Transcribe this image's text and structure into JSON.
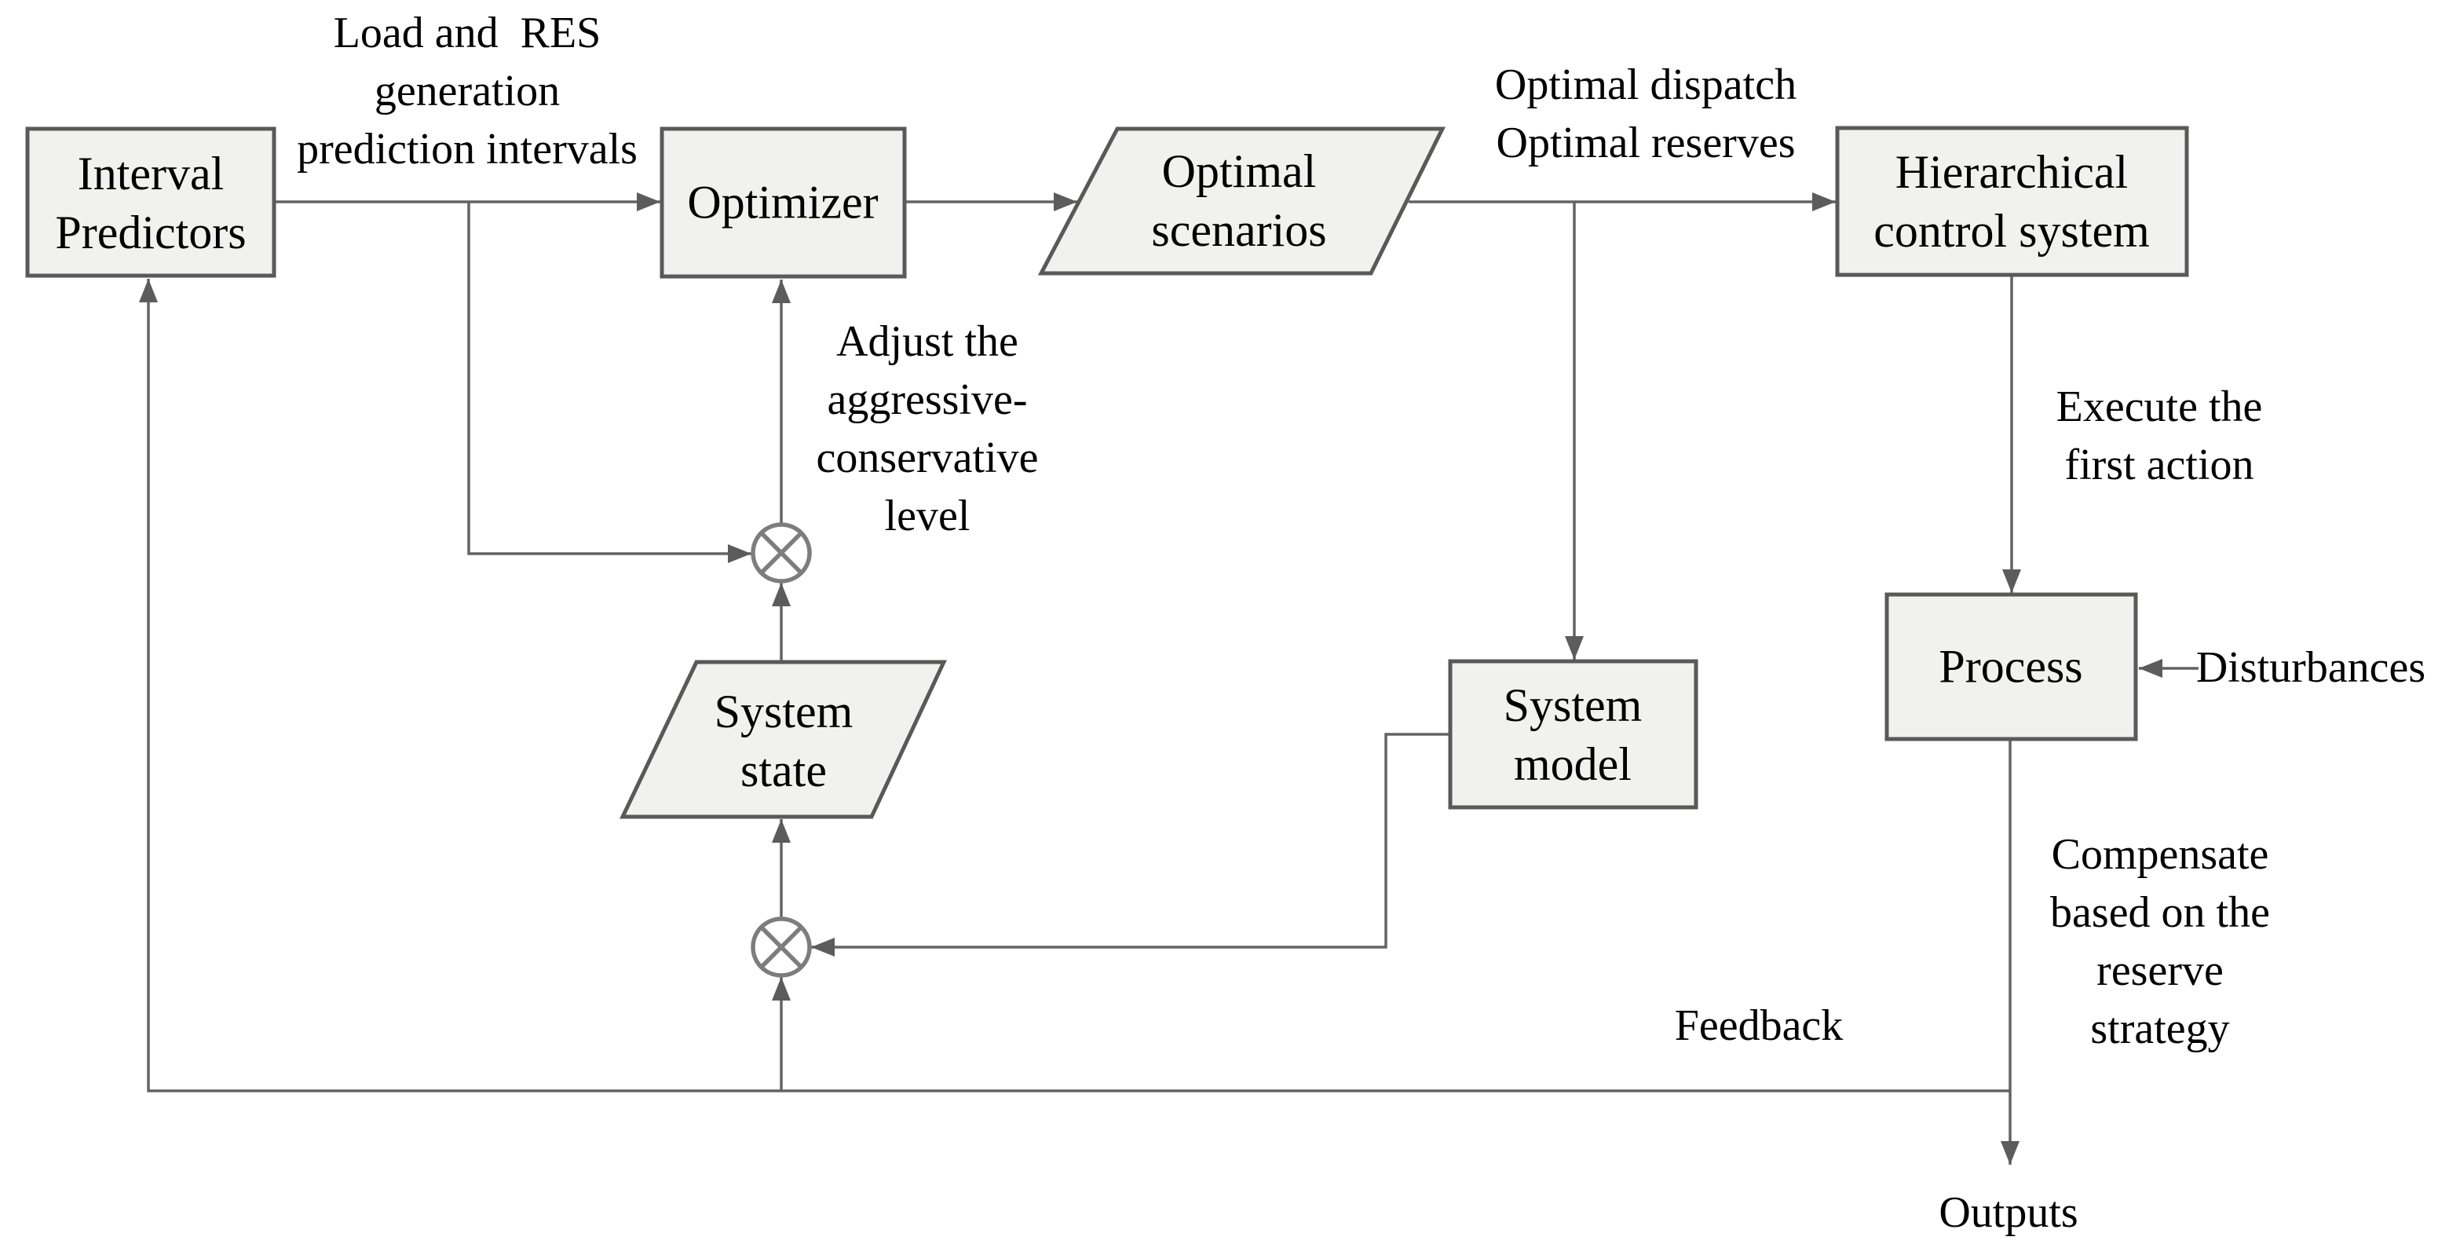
{
  "diagram_type": "control-system-block-diagram",
  "colors": {
    "node_fill": "#f1f1ef",
    "node_border": "#595959",
    "wire": "#636363",
    "arrow": "#5c5c5c",
    "junction": "#7d7d7d",
    "text": "#000000",
    "background": "#ffffff"
  },
  "nodes": {
    "interval_predictors": {
      "label": "Interval\nPredictors",
      "shape": "rectangle"
    },
    "optimizer": {
      "label": "Optimizer",
      "shape": "rectangle"
    },
    "optimal_scenarios": {
      "label": "Optimal\nscenarios",
      "shape": "parallelogram"
    },
    "hierarchical_control": {
      "label": "Hierarchical\ncontrol system",
      "shape": "rectangle"
    },
    "system_state": {
      "label": "System\nstate",
      "shape": "parallelogram"
    },
    "system_model": {
      "label": "System\nmodel",
      "shape": "rectangle"
    },
    "process": {
      "label": "Process",
      "shape": "rectangle"
    },
    "junction_upper": {
      "symbol": "circle-cross",
      "shape": "circle"
    },
    "junction_lower": {
      "symbol": "circle-cross",
      "shape": "circle"
    }
  },
  "annotations": {
    "load_res": "Load and  RES\ngeneration\nprediction intervals",
    "optimal_dispatch": "Optimal dispatch\nOptimal reserves",
    "adjust_level": "Adjust the\naggressive-\nconservative\nlevel",
    "execute_action": "Execute the\nfirst action",
    "disturbances": "Disturbances",
    "compensate": "Compensate\nbased on the\nreserve\nstrategy",
    "feedback": "Feedback",
    "outputs": "Outputs"
  }
}
